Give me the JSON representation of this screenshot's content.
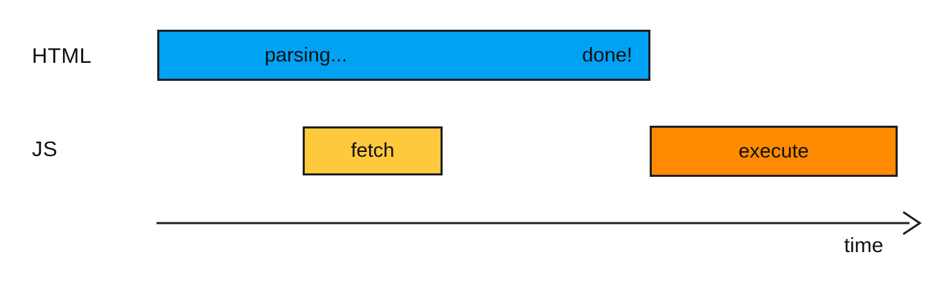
{
  "colors": {
    "background": "#ffffff",
    "outline": "#1e1e23",
    "text": "#111111",
    "axis": "#1e1e23",
    "parsing_fill": "#00a2f4",
    "fetch_fill": "#ffc93e",
    "execute_fill": "#ff8a00"
  },
  "rows": {
    "html_label": "HTML",
    "js_label": "JS"
  },
  "bars": {
    "parsing": {
      "text_left": "parsing...",
      "text_right": "done!"
    },
    "fetch": {
      "text": "fetch"
    },
    "execute": {
      "text": "execute"
    }
  },
  "axis": {
    "label": "time",
    "icon": "arrow-right-icon"
  }
}
